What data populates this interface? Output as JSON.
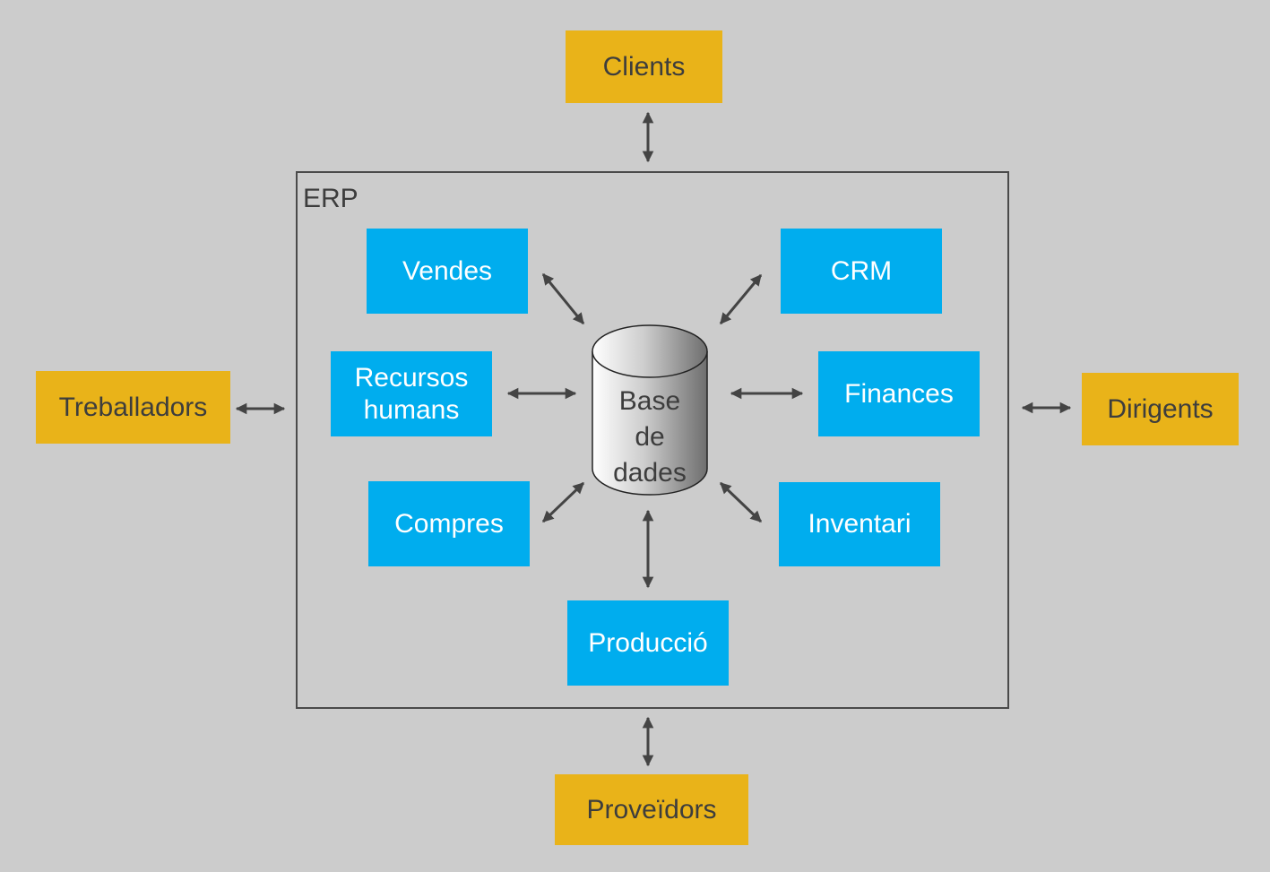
{
  "diagram": {
    "container_label": "ERP",
    "database_label": "Base de dades",
    "database_lines": [
      "Base",
      "de",
      "dades"
    ],
    "external_entities": {
      "top": "Clients",
      "left": "Treballadors",
      "right": "Dirigents",
      "bottom": "Proveïdors"
    },
    "modules": {
      "vendes": "Vendes",
      "crm": "CRM",
      "recursos_humans_line1": "Recursos",
      "recursos_humans_line2": "humans",
      "finances": "Finances",
      "compres": "Compres",
      "inventari": "Inventari",
      "produccio": "Producció"
    },
    "connections": [
      {
        "from": "Clients",
        "to": "ERP",
        "type": "bidirectional"
      },
      {
        "from": "Treballadors",
        "to": "ERP",
        "type": "bidirectional"
      },
      {
        "from": "Dirigents",
        "to": "ERP",
        "type": "bidirectional"
      },
      {
        "from": "Proveïdors",
        "to": "ERP",
        "type": "bidirectional"
      },
      {
        "from": "Vendes",
        "to": "Base de dades",
        "type": "bidirectional"
      },
      {
        "from": "CRM",
        "to": "Base de dades",
        "type": "bidirectional"
      },
      {
        "from": "Recursos humans",
        "to": "Base de dades",
        "type": "bidirectional"
      },
      {
        "from": "Finances",
        "to": "Base de dades",
        "type": "bidirectional"
      },
      {
        "from": "Compres",
        "to": "Base de dades",
        "type": "bidirectional"
      },
      {
        "from": "Inventari",
        "to": "Base de dades",
        "type": "bidirectional"
      },
      {
        "from": "Producció",
        "to": "Base de dades",
        "type": "bidirectional"
      }
    ],
    "colors": {
      "external": "#e9b319",
      "module": "#00adee",
      "background": "#cccccc",
      "arrow": "#444444"
    }
  }
}
